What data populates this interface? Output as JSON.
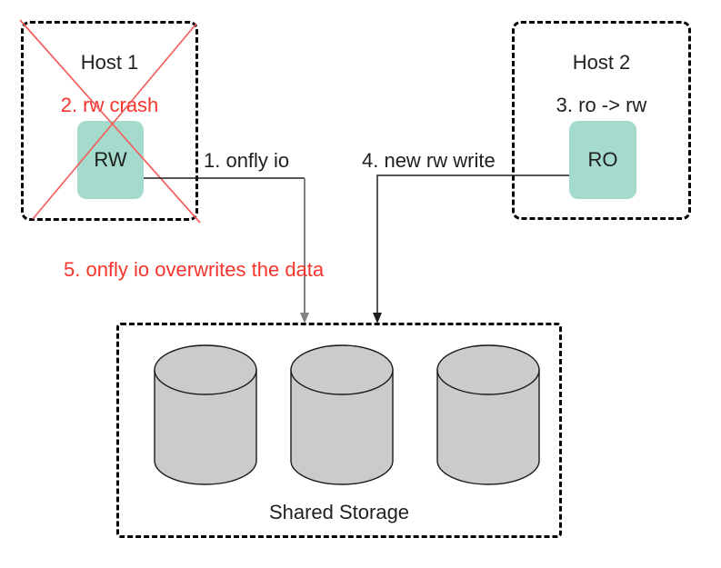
{
  "diagram": {
    "host1": {
      "title": "Host 1",
      "crash_label": "2. rw crash",
      "node_label": "RW"
    },
    "host2": {
      "title": "Host 2",
      "promote_label": "3. ro -> rw",
      "node_label": "RO"
    },
    "storage": {
      "title": "Shared Storage",
      "disk_count": 3
    },
    "labels": {
      "arrow1": "1. onfly io",
      "arrow2": "4. new rw write",
      "warning": "5. onfly io overwrites the data"
    }
  },
  "colors": {
    "node_fill": "#a5dbcc",
    "disk_fill": "#cbcbcb",
    "disk_stroke": "#1a1a1a",
    "warning_red": "#f5352c",
    "cross_red": "#f55f5c",
    "arrow_gray": "#828282",
    "arrow_dark": "#1f1f1f",
    "border_black": "#000000",
    "text_dark": "#1f1f1f",
    "canvas_bg": "#ffffff"
  }
}
